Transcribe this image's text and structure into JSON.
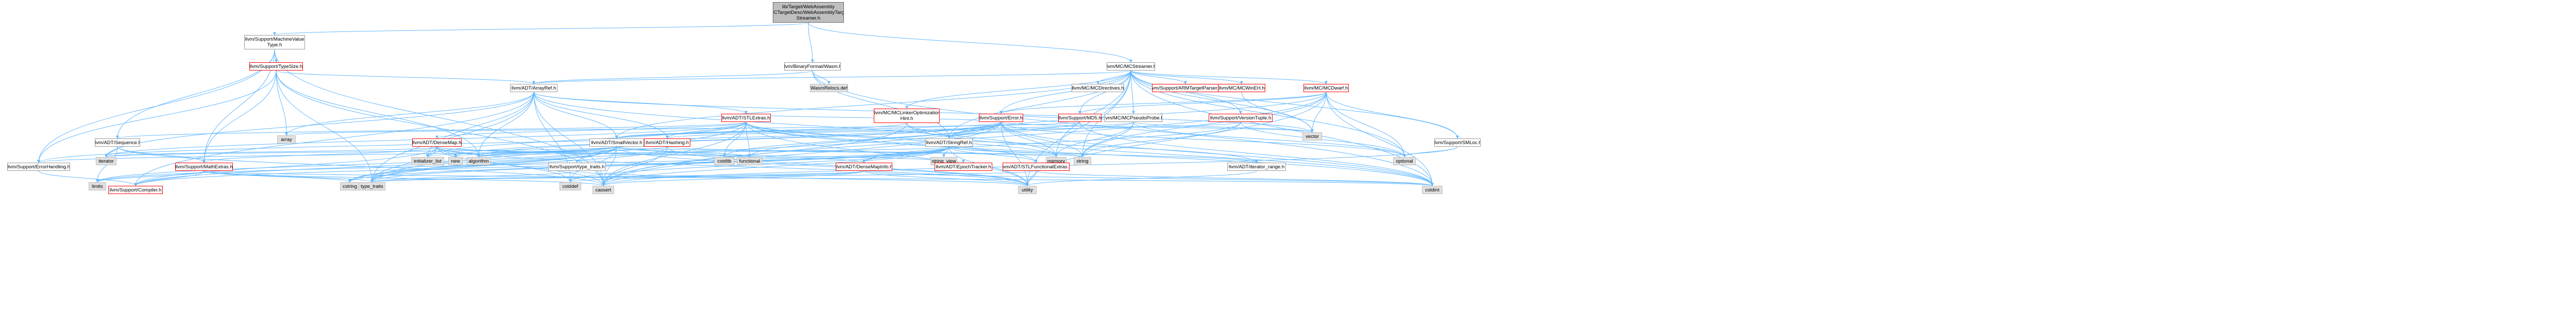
{
  "colors": {
    "edge": "#63b8ff",
    "missing_border": "#ff0000",
    "system_fill": "#e0e0e0",
    "root_fill": "#bfbfbf"
  },
  "nodes": {
    "root": "lib/Target/WebAssembly\n/MCTargetDesc/WebAssemblyTarget\nStreamer.h",
    "machine_value_type": "llvm/Support/MachineValue\nType.h",
    "binary_format_wasm": "llvm/BinaryFormat/Wasm.h",
    "mc_streamer": "llvm/MC/MCStreamer.h",
    "type_size": "llvm/Support/TypeSize.h",
    "wasm_relocs_def": "WasmRelocs.def",
    "array_ref": "llvm/ADT/ArrayRef.h",
    "mc_directives": "llvm/MC/MCDirectives.h",
    "arm_target_parser": "llvm/Support/ARMTargetParser.h",
    "mc_win_eh": "llvm/MC/MCWinEH.h",
    "mc_dwarf": "llvm/MC/MCDwarf.h",
    "stl_extras": "llvm/ADT/STLExtras.h",
    "mc_linker_opt_hint": "llvm/MC/MCLinkerOptimization\nHint.h",
    "support_error": "llvm/Support/Error.h",
    "md5": "llvm/Support/MD5.h",
    "mc_pseudo_probe": "llvm/MC/MCPseudoProbe.h",
    "version_tuple": "llvm/Support/VersionTuple.h",
    "adt_sequence": "llvm/ADT/Sequence.h",
    "array": "array",
    "dense_map": "llvm/ADT/DenseMap.h",
    "small_vector": "llvm/ADT/SmallVector.h",
    "hashing": "llvm/ADT/Hashing.h",
    "string_ref": "llvm/ADT/StringRef.h",
    "vector": "vector",
    "smloc": "llvm/Support/SMLoc.h",
    "error_handling": "llvm/Support/ErrorHandling.h",
    "iterator": "iterator",
    "math_extras": "llvm/Support/MathExtras.h",
    "initializer_list": "initializer_list",
    "new": "new",
    "algorithm": "algorithm",
    "cstdlib": "cstdlib",
    "functional": "functional",
    "type_traits_h": "llvm/Support/type_traits.h",
    "memory": "memory",
    "string": "string",
    "optional": "optional",
    "string_view": "string_view",
    "dense_map_info": "llvm/ADT/DenseMapInfo.h",
    "epoch_tracker": "llvm/ADT/EpochTracker.h",
    "stl_functional_extras": "llvm/ADT/STLFunctionalExtras.h",
    "iterator_range": "llvm/ADT/iterator_range.h",
    "limits": "limits",
    "compiler": "llvm/Support/Compiler.h",
    "cstring": "cstring",
    "type_traits": "type_traits",
    "cstddef": "cstddef",
    "cassert": "cassert",
    "utility": "utility",
    "cstdint": "cstdint"
  }
}
